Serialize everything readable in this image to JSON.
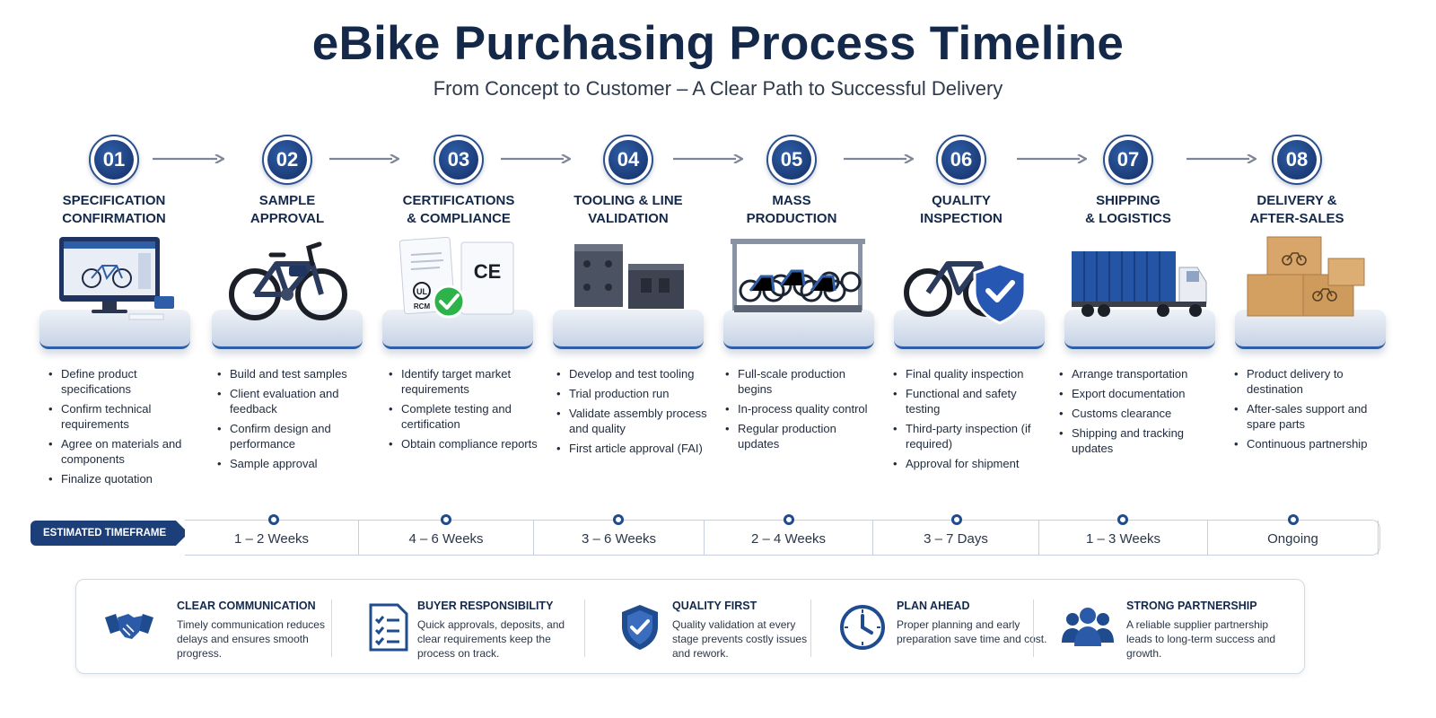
{
  "header": {
    "title": "eBike Purchasing Process Timeline",
    "subtitle": "From Concept to Customer – A Clear Path to Successful Delivery"
  },
  "colors": {
    "navy": "#14294a",
    "accent": "#1f4b8f",
    "check_green": "#2db34a",
    "bullet_text": "#1f2b3d"
  },
  "steps": [
    {
      "number": "01",
      "title_line1": "SPECIFICATION",
      "title_line2": "CONFIRMATION",
      "icon": "computer-monitor-icon",
      "bullets": [
        "Define product specifications",
        "Confirm technical requirements",
        "Agree on materials and components",
        "Finalize quotation"
      ]
    },
    {
      "number": "02",
      "title_line1": "SAMPLE",
      "title_line2": "APPROVAL",
      "icon": "ebike-icon",
      "bullets": [
        "Build and test samples",
        "Client evaluation and feedback",
        "Confirm design and performance",
        "Sample approval"
      ]
    },
    {
      "number": "03",
      "title_line1": "CERTIFICATIONS",
      "title_line2": "& COMPLIANCE",
      "icon": "certificate-icon",
      "bullets": [
        "Identify target market requirements",
        "Complete testing and certification",
        "Obtain compliance reports"
      ],
      "marks": [
        "CE",
        "UL",
        "RCM"
      ]
    },
    {
      "number": "04",
      "title_line1": "TOOLING & LINE",
      "title_line2": "VALIDATION",
      "icon": "tooling-mold-icon",
      "bullets": [
        "Develop and test tooling",
        "Trial production run",
        "Validate assembly process and quality",
        "First article approval (FAI)"
      ]
    },
    {
      "number": "05",
      "title_line1": "MASS",
      "title_line2": "PRODUCTION",
      "icon": "production-line-icon",
      "bullets": [
        "Full-scale production begins",
        "In-process quality control",
        "Regular production updates"
      ]
    },
    {
      "number": "06",
      "title_line1": "QUALITY",
      "title_line2": "INSPECTION",
      "icon": "quality-shield-icon",
      "bullets": [
        "Final quality inspection",
        "Functional and safety testing",
        "Third-party inspection (if required)",
        "Approval for shipment"
      ]
    },
    {
      "number": "07",
      "title_line1": "SHIPPING",
      "title_line2": "& LOGISTICS",
      "icon": "container-truck-icon",
      "bullets": [
        "Arrange transportation",
        "Export documentation",
        "Customs clearance",
        "Shipping and tracking updates"
      ]
    },
    {
      "number": "08",
      "title_line1": "DELIVERY &",
      "title_line2": "AFTER-SALES",
      "icon": "delivery-boxes-icon",
      "bullets": [
        "Product delivery to destination",
        "After-sales support and spare parts",
        "Continuous partnership"
      ]
    }
  ],
  "timeframe": {
    "label": "ESTIMATED TIMEFRAME",
    "durations": [
      "1 – 2 Weeks",
      "4 – 6 Weeks",
      "3 – 6 Weeks",
      "2 – 4 Weeks",
      "3 – 7 Days",
      "1 – 3 Weeks",
      "Ongoing"
    ]
  },
  "tips": [
    {
      "icon": "handshake-icon",
      "title": "CLEAR COMMUNICATION",
      "text": "Timely communication reduces delays and ensures smooth progress."
    },
    {
      "icon": "checklist-icon",
      "title": "BUYER RESPONSIBILITY",
      "text": "Quick approvals, deposits, and clear requirements keep the process on track."
    },
    {
      "icon": "shield-check-icon",
      "title": "QUALITY FIRST",
      "text": "Quality validation at every stage prevents costly issues and rework."
    },
    {
      "icon": "clock-icon",
      "title": "PLAN AHEAD",
      "text": "Proper planning and early preparation save time and cost."
    },
    {
      "icon": "team-icon",
      "title": "STRONG PARTNERSHIP",
      "text": "A reliable supplier partnership leads to long-term success and growth."
    }
  ]
}
